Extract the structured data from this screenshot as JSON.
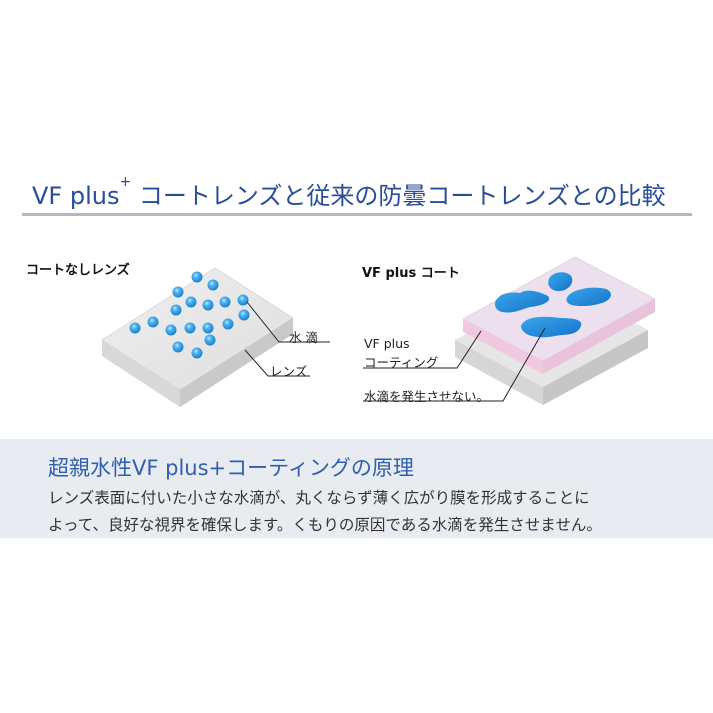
{
  "header": {
    "title_main": "VF plus",
    "title_sup": "+",
    "title_rest": " コートレンズと従来の防曇コートレンズとの比較"
  },
  "left_diagram": {
    "title": "コートなしレンズ",
    "callout_droplet": "水 滴",
    "callout_lens": "レンズ",
    "droplet_color": "#2f9be0",
    "lens_color": "#e2e2e2"
  },
  "right_diagram": {
    "title": "VF plus コート",
    "callout_coating_line1": "VF plus",
    "callout_coating_line2": "コーティング",
    "callout_no_droplet": "水滴を発生させない。",
    "coating_color": "#ecd9ec",
    "film_color": "#1f86d6"
  },
  "explanation": {
    "heading": "超親水性VF plus+コーティングの原理",
    "line1": "レンズ表面に付いた小さな水滴が、丸くならず薄く広がり膜を形成することに",
    "line2": "よって、良好な視界を確保します。くもりの原因である水滴を発生させません。",
    "background": "#e8ecf0"
  }
}
